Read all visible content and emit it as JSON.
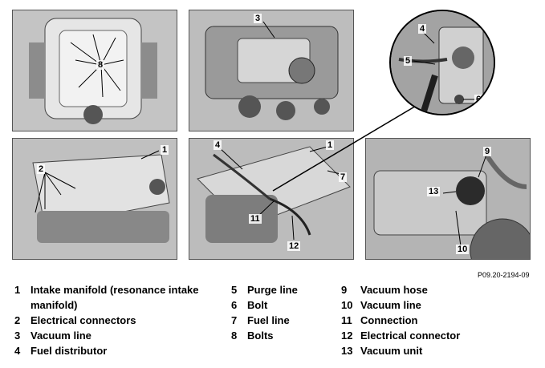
{
  "figure_ref": "P09.20-2194-09",
  "panels": {
    "p1": [
      "8"
    ],
    "p2": [
      "3"
    ],
    "p3": [
      "1",
      "2"
    ],
    "p4": [
      "4",
      "1",
      "7",
      "11",
      "12"
    ],
    "p5": [
      "9",
      "13",
      "10"
    ],
    "inset": [
      "4",
      "5",
      "6"
    ]
  },
  "legend": [
    {
      "num": "1",
      "label": "Intake manifold (resonance intake manifold)"
    },
    {
      "num": "2",
      "label": "Electrical connectors"
    },
    {
      "num": "3",
      "label": "Vacuum line"
    },
    {
      "num": "4",
      "label": "Fuel distributor"
    },
    {
      "num": "5",
      "label": "Purge line"
    },
    {
      "num": "6",
      "label": "Bolt"
    },
    {
      "num": "7",
      "label": "Fuel line"
    },
    {
      "num": "8",
      "label": "Bolts"
    },
    {
      "num": "9",
      "label": "Vacuum hose"
    },
    {
      "num": "10",
      "label": "Vacuum line"
    },
    {
      "num": "11",
      "label": "Connection"
    },
    {
      "num": "12",
      "label": "Electrical connector"
    },
    {
      "num": "13",
      "label": "Vacuum unit"
    }
  ]
}
